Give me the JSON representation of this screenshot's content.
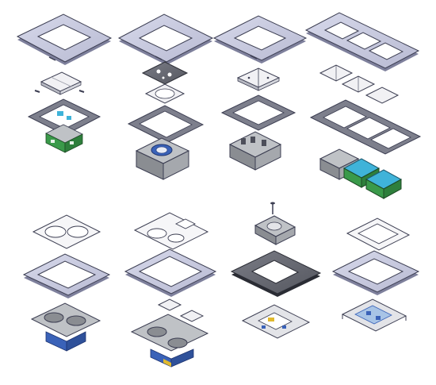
{
  "figure": {
    "description_visible_text": "",
    "colors": {
      "plate_top": "#c9cbe0",
      "plate_side": "#7e809c",
      "plate_edge": "#3c3e52",
      "frame": "#7d7f8c",
      "frame_dark": "#4d4f5a",
      "body_gray": "#bfc2c6",
      "body_dark": "#8a8d92",
      "terminal_green": "#3a9a4a",
      "terminal_blue": "#3a62b8",
      "key_white": "#f1f1f4",
      "cutout": "#ffffff",
      "cyan": "#3fb3d9"
    },
    "assemblies": [
      {
        "id": "single-switch-assembly",
        "parts": [
          "cover-plate",
          "rocker-keys",
          "mounting-frame",
          "switch-module"
        ]
      },
      {
        "id": "dimmer-assembly",
        "parts": [
          "cover-plate",
          "dimmer-knob-plate",
          "trim-ring",
          "mounting-frame",
          "dimmer-module"
        ]
      },
      {
        "id": "double-switch-assembly",
        "parts": [
          "cover-plate",
          "rocker-keys",
          "mounting-frame",
          "switch-module"
        ]
      },
      {
        "id": "triple-gang-assembly",
        "parts": [
          "cover-plate",
          "rocker-keys",
          "trim-rings",
          "mounting-frame",
          "modules"
        ]
      },
      {
        "id": "double-socket-assembly",
        "parts": [
          "face-insert",
          "frame-plate",
          "socket-module"
        ]
      },
      {
        "id": "socket-switch-assembly",
        "parts": [
          "face-insert",
          "frame-plate",
          "switch-block",
          "socket-module"
        ]
      },
      {
        "id": "floor-box-assembly",
        "parts": [
          "screw",
          "cap",
          "dark-cover-plate",
          "box-module"
        ]
      },
      {
        "id": "data-outlet-assembly",
        "parts": [
          "face-insert",
          "frame-plate",
          "data-module"
        ]
      }
    ]
  }
}
